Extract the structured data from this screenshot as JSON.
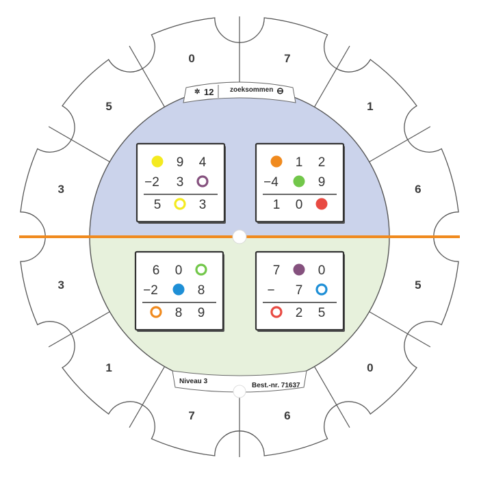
{
  "outer_numbers": [
    "0",
    "7",
    "1",
    "6",
    "5",
    "0",
    "6",
    "7",
    "1",
    "3",
    "3",
    "5"
  ],
  "top_label": {
    "count": "12",
    "title": "zoeksommen",
    "sign": "⊖"
  },
  "bottom_label": {
    "level": "Niveau 3",
    "order": "Best.-nr. 71637"
  },
  "colors": {
    "top_half": "#cbd3eb",
    "bottom_half": "#e7f1dc",
    "divider": "#f08a1e",
    "yellow": "#f4ea20",
    "purple": "#85517e",
    "orange": "#f08a1e",
    "green": "#72c74a",
    "red": "#e84a42",
    "blue": "#1e8fd6",
    "gear_outline": "#555555"
  },
  "cards": [
    {
      "name": "card-top-left",
      "rows": [
        [
          {
            "dot": "yellow",
            "fill": true
          },
          "9",
          "4"
        ],
        [
          "−2",
          "3",
          {
            "dot": "purple",
            "fill": false
          }
        ],
        [
          "5",
          {
            "dot": "yellow",
            "fill": false
          },
          "3"
        ]
      ]
    },
    {
      "name": "card-top-right",
      "rows": [
        [
          {
            "dot": "orange",
            "fill": true
          },
          "1",
          "2"
        ],
        [
          "−4",
          {
            "dot": "green",
            "fill": true
          },
          "9"
        ],
        [
          "1",
          "0",
          {
            "dot": "red",
            "fill": true
          }
        ]
      ]
    },
    {
      "name": "card-bottom-left",
      "rows": [
        [
          "6",
          "0",
          {
            "dot": "green",
            "fill": false
          }
        ],
        [
          "−2",
          {
            "dot": "blue",
            "fill": true
          },
          "8"
        ],
        [
          {
            "dot": "orange",
            "fill": false
          },
          "8",
          "9"
        ]
      ]
    },
    {
      "name": "card-bottom-right",
      "rows": [
        [
          "7",
          {
            "dot": "purple",
            "fill": true
          },
          "0"
        ],
        [
          "−",
          "7",
          {
            "dot": "blue",
            "fill": false
          }
        ],
        [
          {
            "dot": "red",
            "fill": false
          },
          "2",
          "5"
        ]
      ]
    }
  ]
}
